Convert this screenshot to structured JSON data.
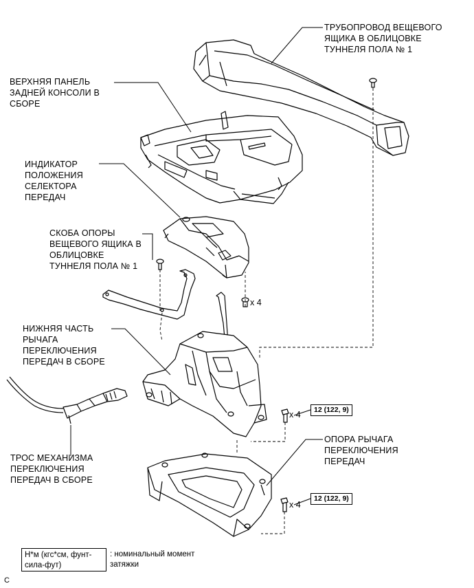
{
  "labels": {
    "duct": "ТРУБОПРОВОД ВЕЩЕВОГО\nЯЩИКА В ОБЛИЦОВКЕ\nТУННЕЛЯ ПОЛА № 1",
    "upper_panel": "ВЕРХНЯЯ ПАНЕЛЬ\nЗАДНЕЙ КОНСОЛИ В\nСБОРЕ",
    "indicator": "ИНДИКАТОР\nПОЛОЖЕНИЯ\nСЕЛЕКТОРА\nПЕРЕДАЧ",
    "bracket": "СКОБА ОПОРЫ\nВЕЩЕВОГО ЯЩИКА В\nОБЛИЦОВКЕ\nТУННЕЛЯ ПОЛА № 1",
    "lower_lever": "НИЖНЯЯ ЧАСТЬ\nРЫЧАГА\nПЕРЕКЛЮЧЕНИЯ\nПЕРЕДАЧ В СБОРЕ",
    "support": "ОПОРА РЫЧАГА\nПЕРЕКЛЮЧЕНИЯ\nПЕРЕДАЧ",
    "cable": "ТРОС МЕХАНИЗМА\nПЕРЕКЛЮЧЕНИЯ\nПЕРЕДАЧ В СБОРЕ"
  },
  "quantities": {
    "screws_indicator": "x 4",
    "bolts_lever": "x 4",
    "bolts_support": "x 4"
  },
  "torques": {
    "lever": "12 (122, 9)",
    "support": "12 (122, 9)"
  },
  "legend": {
    "box": "Н*м (кгс*см, фунт-\nсила-фут)",
    "text": ": номинальный момент\nзатяжки"
  },
  "corner_mark": "C"
}
